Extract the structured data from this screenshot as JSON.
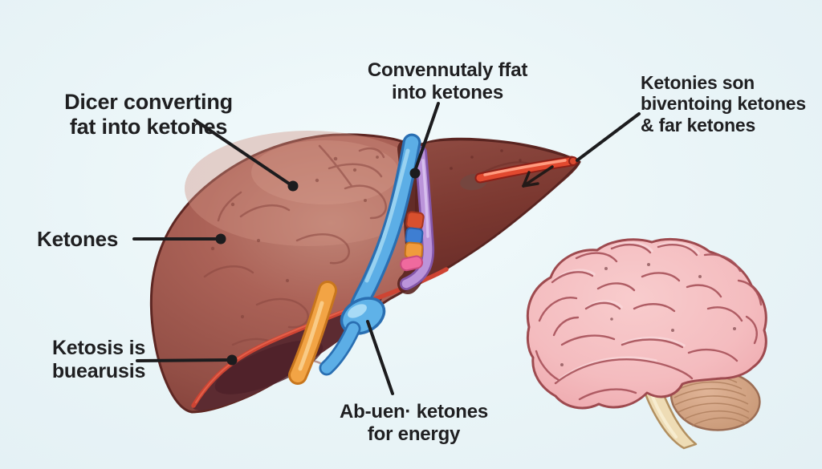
{
  "labels": {
    "top_left": {
      "line1": "Dicer converting",
      "line2": "fat into ketones"
    },
    "top_center": {
      "line1": "Convennutaly ffat",
      "line2": "into ketones"
    },
    "top_right": {
      "line1": "Ketonies son",
      "line2": "biventoing ketones",
      "line3": "& far ketones"
    },
    "mid_left": {
      "line1": "Ketones"
    },
    "bottom_left": {
      "line1": "Ketosis is",
      "line2": "buearusis"
    },
    "bottom_center": {
      "line1": "Ab-uen· ketones",
      "line2": "for energy"
    }
  },
  "colors": {
    "background": "#e9f4f7",
    "text": "#1f1f21",
    "leader_line": "#1c1c1e",
    "liver_left_lobe": "#a45c52",
    "liver_right_lobe": "#7c3a33",
    "liver_underside": "#55262d",
    "liver_rim_red": "#ce4433",
    "vessel_blue": "#5caee6",
    "vessel_purple": "#bb94da",
    "duct_orange": "#f2a445",
    "vessel_red": "#e2492f",
    "band_red": "#d8502e",
    "band_blue": "#3e7ed2",
    "band_orange": "#f09b3d",
    "band_pink": "#ef6a9e",
    "brain_pink": "#f4bcbf",
    "brain_outline": "#9e4a4f",
    "cerebellum_tan": "#d4a287",
    "brainstem_beige": "#eedcb5"
  }
}
